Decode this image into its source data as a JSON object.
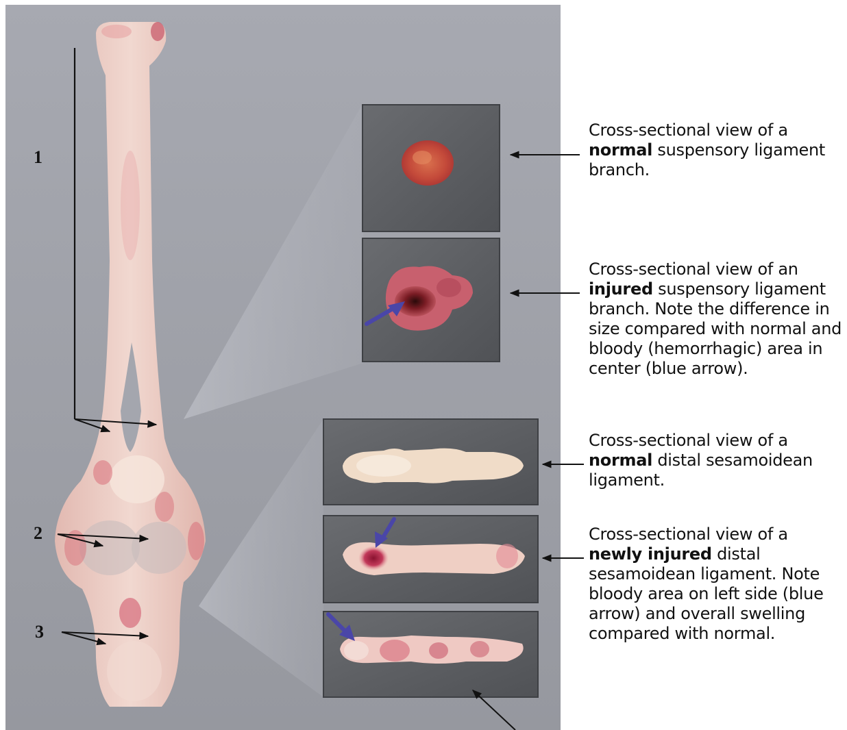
{
  "labels": {
    "l1": "1",
    "l2": "2",
    "l3": "3"
  },
  "captions": {
    "normal_branch": {
      "pre": "Cross-sectional view of a ",
      "bold": "normal",
      "post": " suspensory ligament branch."
    },
    "injured_branch": {
      "pre": "Cross-sectional view of an ",
      "bold": "injured",
      "post": " suspensory ligament branch.  Note the difference in size compared with normal and bloody (hemorrhagic) area in center (blue arrow)."
    },
    "normal_distal": {
      "pre": "Cross-sectional view of a ",
      "bold": "normal",
      "post": " distal sesamoidean ligament."
    },
    "newly_injured_distal": {
      "pre": "Cross-sectional view of a ",
      "bold": "newly injured",
      "post": " distal sesamoidean ligament.  Note bloody area on left side (blue arrow) and overall swelling compared with normal."
    }
  },
  "colors": {
    "panel_background": "#9c9ea6",
    "inset_frame": "#595b5f",
    "highlight_arrow": "#4a46a8",
    "tissue": "#e9c8c0"
  }
}
